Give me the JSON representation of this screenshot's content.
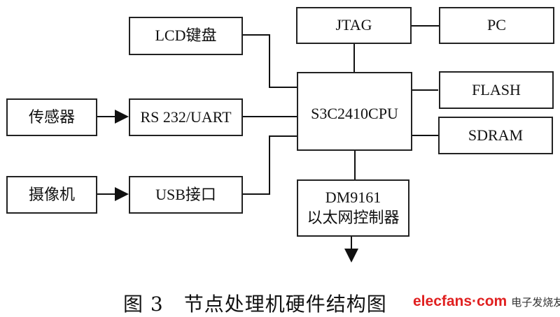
{
  "blocks": {
    "lcd": "LCD键盘",
    "jtag": "JTAG",
    "pc": "PC",
    "sensor": "传感器",
    "uart": "RS 232/UART",
    "cpu": "S3C2410CPU",
    "flash": "FLASH",
    "sdram": "SDRAM",
    "camera": "摄像机",
    "usb": "USB接口",
    "eth_line1": "DM9161",
    "eth_line2": "以太网控制器"
  },
  "caption": "图 3　节点处理机硬件结构图",
  "watermark": {
    "site": "elecfans·com",
    "name": "电子发烧友"
  }
}
